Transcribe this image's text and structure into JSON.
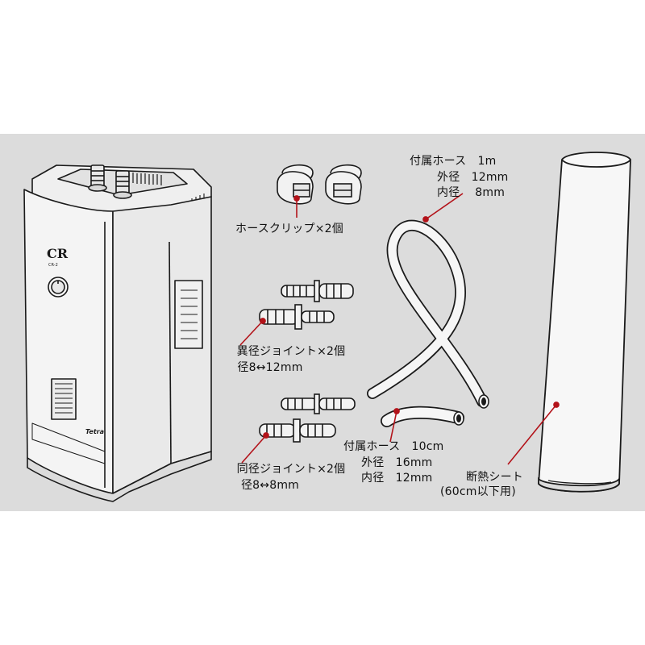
{
  "labels": {
    "hose_clip": "ホースクリップ×2個",
    "reducer_joint": [
      "異径ジョイント×2個",
      "径8↔12mm"
    ],
    "same_joint": [
      "同径ジョイント×2個",
      "径8↔8mm"
    ],
    "hose_1m": [
      "付属ホース　1m",
      "外径　12mm",
      "内径　 8mm"
    ],
    "hose_10cm": [
      "付属ホース　10cm",
      "外径　16mm",
      "内径　12mm"
    ],
    "insulation": [
      "断熱シート",
      "(60cm以下用)"
    ]
  },
  "product": {
    "logo": "CR",
    "model_sub": "CR-2",
    "brand": "Tetra"
  },
  "colors": {
    "panel": "#dcdcdc",
    "callout": "#b3131a",
    "outline": "#1a1a1a",
    "body_fill": "#f4f4f4"
  }
}
